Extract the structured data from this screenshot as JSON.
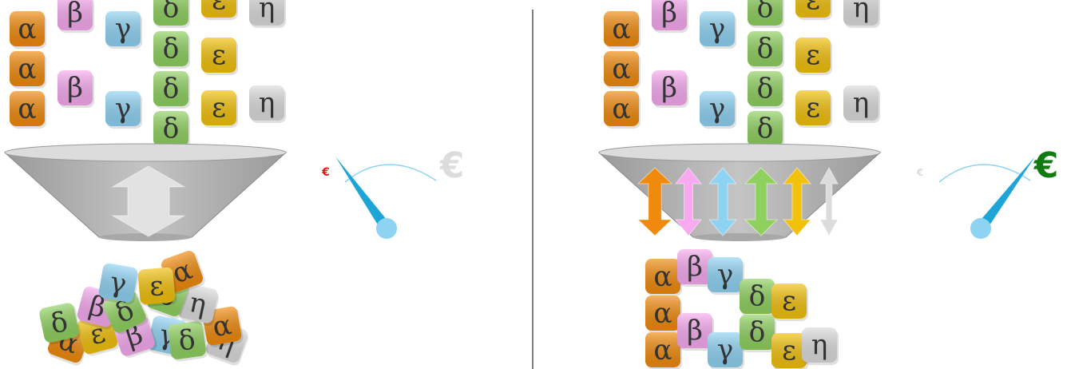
{
  "colors": {
    "alpha": "#f08a0c",
    "beta": "#f7aaf0",
    "gamma": "#8fd3f3",
    "delta": "#8fd15f",
    "epsilon": "#f2c10b",
    "eta": "#dcdcdc",
    "funnel": "#bdbdbd",
    "funnel_rim": "#d9d9d9",
    "needle": "#1ea5d8",
    "gauge_arc": "#8fd3f3",
    "euro_low": "#e01818",
    "euro_high": "#117a11",
    "euro_faded": "#dcdcdc",
    "divider": "#555555"
  },
  "symbols": {
    "alpha": "α",
    "beta": "β",
    "gamma": "γ",
    "delta": "δ",
    "epsilon": "ε",
    "eta": "η"
  },
  "left_panel": {
    "gauge": {
      "low_symbol": "€",
      "high_symbol": "€",
      "active": "low"
    },
    "arrow_style": "single-gray"
  },
  "right_panel": {
    "gauge": {
      "low_symbol": "€",
      "high_symbol": "€",
      "active": "high"
    },
    "arrow_style": "per-symbol-colored"
  }
}
